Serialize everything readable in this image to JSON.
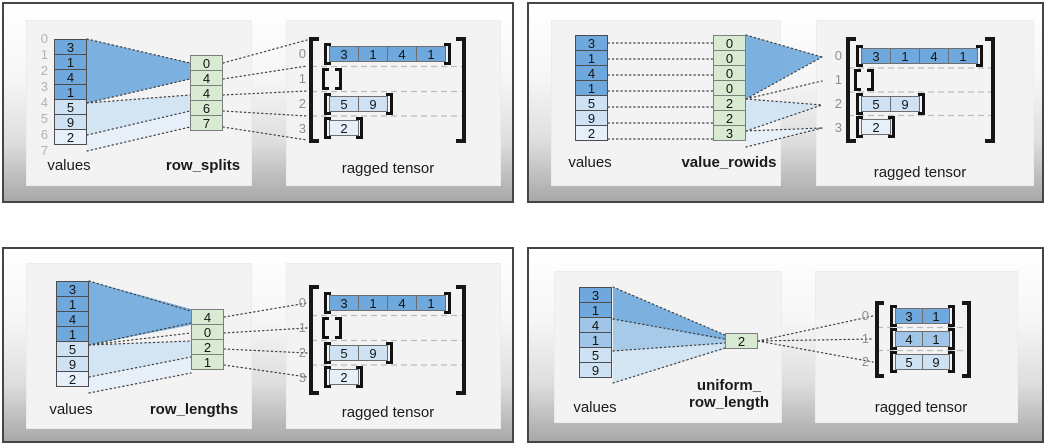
{
  "palette": {
    "dark_blue": "#6fa8dc",
    "medium_blue": "#9fc5e8",
    "light_blue": "#cfe2f3",
    "pale_blue": "#e6f0fa",
    "green": "#d9ead3"
  },
  "panels": [
    {
      "method": "row_splits",
      "values_label": "values",
      "method_label": "row_splits",
      "tensor_label": "ragged tensor",
      "values": [
        "3",
        "1",
        "4",
        "1",
        "5",
        "9",
        "2"
      ],
      "value_indices": [
        "0",
        "1",
        "2",
        "3",
        "4",
        "5",
        "6",
        "7"
      ],
      "aux": [
        "0",
        "4",
        "4",
        "6",
        "7"
      ],
      "row_indices": [
        "0",
        "1",
        "2",
        "3"
      ],
      "tensor_rows": [
        [
          "3",
          "1",
          "4",
          "1"
        ],
        [],
        [
          "5",
          "9"
        ],
        [
          "2"
        ]
      ]
    },
    {
      "method": "value_rowids",
      "values_label": "values",
      "method_label": "value_rowids",
      "tensor_label": "ragged tensor",
      "values": [
        "3",
        "1",
        "4",
        "1",
        "5",
        "9",
        "2"
      ],
      "aux": [
        "0",
        "0",
        "0",
        "0",
        "2",
        "2",
        "3"
      ],
      "row_indices": [
        "0",
        "1",
        "2",
        "3"
      ],
      "tensor_rows": [
        [
          "3",
          "1",
          "4",
          "1"
        ],
        [],
        [
          "5",
          "9"
        ],
        [
          "2"
        ]
      ]
    },
    {
      "method": "row_lengths",
      "values_label": "values",
      "method_label": "row_lengths",
      "tensor_label": "ragged tensor",
      "values": [
        "3",
        "1",
        "4",
        "1",
        "5",
        "9",
        "2"
      ],
      "aux": [
        "4",
        "0",
        "2",
        "1"
      ],
      "row_indices": [
        "0",
        "1",
        "2",
        "3"
      ],
      "tensor_rows": [
        [
          "3",
          "1",
          "4",
          "1"
        ],
        [],
        [
          "5",
          "9"
        ],
        [
          "2"
        ]
      ]
    },
    {
      "method": "uniform_row_length",
      "values_label": "values",
      "method_label_line1": "uniform_",
      "method_label_line2": "row_length",
      "tensor_label": "ragged tensor",
      "values": [
        "3",
        "1",
        "4",
        "1",
        "5",
        "9"
      ],
      "aux": [
        "2"
      ],
      "row_indices": [
        "0",
        "1",
        "2"
      ],
      "tensor_rows": [
        [
          "3",
          "1"
        ],
        [
          "4",
          "1"
        ],
        [
          "5",
          "9"
        ]
      ]
    }
  ]
}
